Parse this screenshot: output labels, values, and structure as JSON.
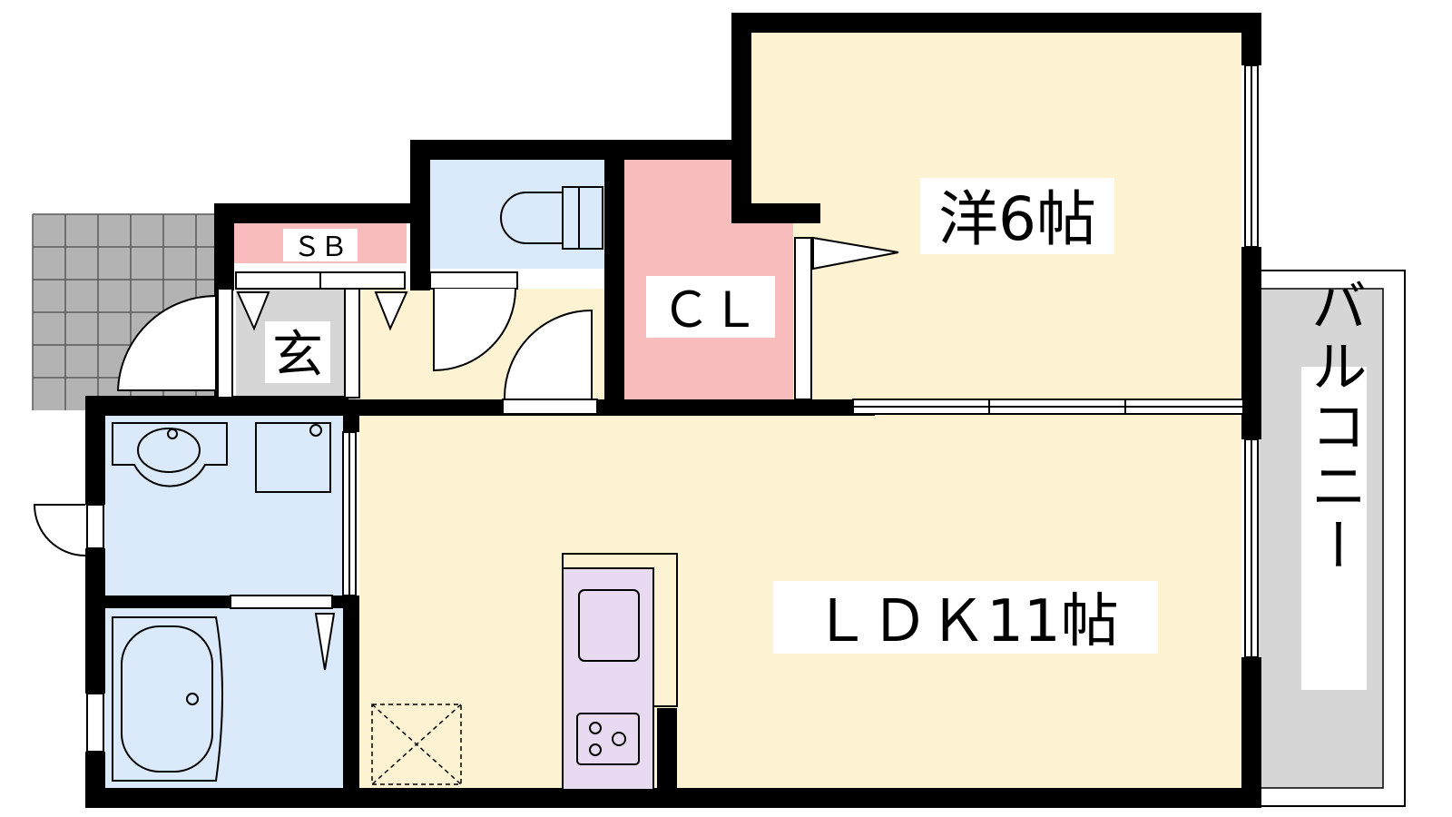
{
  "rooms": {
    "western_room": {
      "label": "洋6帖",
      "color": "#fdf2d2"
    },
    "ldk": {
      "label": "ＬＤＫ11帖",
      "color": "#fdf2d2"
    },
    "closet": {
      "label": "ＣＬ",
      "color": "#f9bcbd"
    },
    "shoe_box": {
      "label": "ＳＢ",
      "color": "#f9bcbd"
    },
    "entrance": {
      "label": "玄",
      "color": "#d6d6d6"
    },
    "toilet": {
      "color": "#dbeafb"
    },
    "washroom": {
      "color": "#dbeafb"
    },
    "bathroom": {
      "color": "#dbeafb"
    },
    "kitchen": {
      "color": "#e8daf1"
    }
  },
  "balcony": {
    "label": "バルコニー",
    "color": "#d6d6d6"
  },
  "colors": {
    "wall": "#000000",
    "porch_tile": "#b3b3b3",
    "porch_line": "#555555"
  }
}
